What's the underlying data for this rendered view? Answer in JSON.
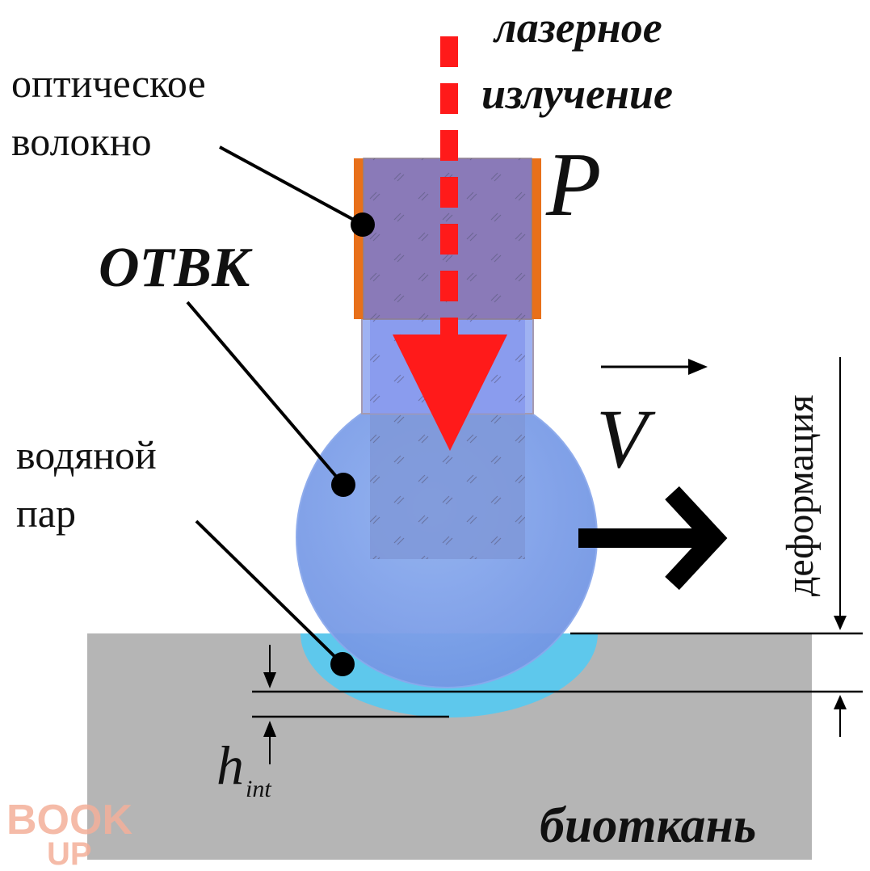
{
  "labels": {
    "fiber": [
      "оптическое",
      "волокно"
    ],
    "laser": [
      "лазерное",
      "излучение"
    ],
    "power": "P",
    "otvk": "ОТВК",
    "velocity": "V",
    "vapor": [
      "водяной",
      "пар"
    ],
    "deformation": "деформация",
    "h_main": "h",
    "h_sub": "int",
    "tissue": "биоткань",
    "watermark": [
      "BOOK",
      "UP"
    ]
  },
  "colors": {
    "laser_red": "#ff1a1a",
    "fiber_cladding": "#e8701a",
    "fiber_core": "#8a7ab8",
    "bubble": "#7fa2ea",
    "interaction_zone": "#5ec8ec",
    "tissue": "#b5b5b5",
    "watermark": "#f4b09a"
  }
}
